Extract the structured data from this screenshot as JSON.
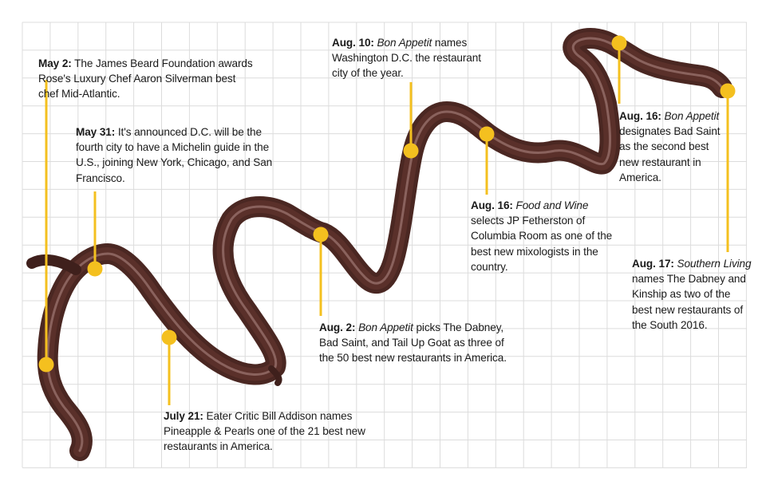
{
  "colors": {
    "background": "#ffffff",
    "grid": "#dcdcdc",
    "chocolate": "#4a2722",
    "marker": "#f4c01f",
    "text": "#1a1a1a"
  },
  "events": [
    {
      "id": "may-2",
      "date": "May 2:",
      "name_italic": "",
      "text": "The James Beard Foundation awards Rose's Luxury Chef Aaron Silverman best chef Mid-Atlantic."
    },
    {
      "id": "may-31",
      "date": "May 31:",
      "name_italic": "",
      "text": "It's announced D.C. will be the fourth city to have a Michelin guide in the U.S., joining New York, Chicago, and San Francisco."
    },
    {
      "id": "july-21",
      "date": "July 21:",
      "name_italic": "",
      "text": "Eater Critic Bill Addison names Pineapple & Pearls one of the 21 best new restaurants in America."
    },
    {
      "id": "aug-2",
      "date": "Aug. 2:",
      "name_italic": "Bon Appetit",
      "text": "picks The Dabney, Bad Saint, and Tail Up Goat as three of the 50 best new restaurants in America."
    },
    {
      "id": "aug-10",
      "date": "Aug. 10:",
      "name_italic": "Bon Appetit",
      "text": "names Washington D.C. the restaurant city of the year."
    },
    {
      "id": "aug-16-fw",
      "date": "Aug. 16:",
      "name_italic": "Food and Wine",
      "text": "selects JP Fetherston of Columbia Room as one of the best new mixologists in the country."
    },
    {
      "id": "aug-16-ba",
      "date": "Aug. 16:",
      "name_italic": "Bon Appetit",
      "text": "designates Bad Saint as the second best new restaurant in America."
    },
    {
      "id": "aug-17",
      "date": "Aug. 17:",
      "name_italic": "Southern Living",
      "text": "names The Dabney and Kinship as two of the best new restaurants of the South 2016."
    }
  ]
}
